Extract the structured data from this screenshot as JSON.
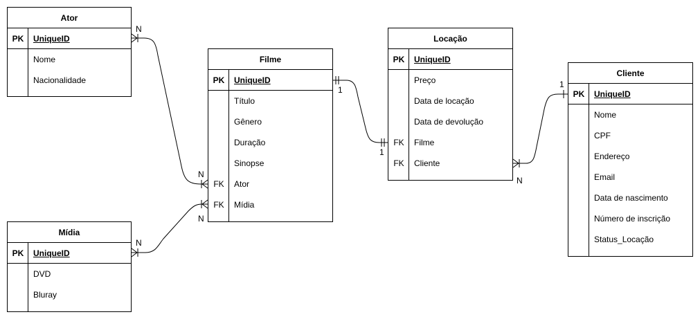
{
  "entities": {
    "ator": {
      "title": "Ator",
      "pk": {
        "key": "PK",
        "field": "UniqueID"
      },
      "fields": [
        {
          "key": "",
          "name": "Nome"
        },
        {
          "key": "",
          "name": "Nacionalidade"
        }
      ]
    },
    "filme": {
      "title": "Filme",
      "pk": {
        "key": "PK",
        "field": "UniqueID"
      },
      "fields": [
        {
          "key": "",
          "name": "Título"
        },
        {
          "key": "",
          "name": "Gênero"
        },
        {
          "key": "",
          "name": "Duração"
        },
        {
          "key": "",
          "name": "Sinopse"
        },
        {
          "key": "FK",
          "name": "Ator"
        },
        {
          "key": "FK",
          "name": "Mídia"
        }
      ]
    },
    "locacao": {
      "title": "Locação",
      "pk": {
        "key": "PK",
        "field": "UniqueID"
      },
      "fields": [
        {
          "key": "",
          "name": "Preço"
        },
        {
          "key": "",
          "name": "Data de locação"
        },
        {
          "key": "",
          "name": "Data de devolução"
        },
        {
          "key": "FK",
          "name": "Filme"
        },
        {
          "key": "FK",
          "name": "Cliente"
        }
      ]
    },
    "cliente": {
      "title": "Cliente",
      "pk": {
        "key": "PK",
        "field": "UniqueID"
      },
      "fields": [
        {
          "key": "",
          "name": "Nome"
        },
        {
          "key": "",
          "name": "CPF"
        },
        {
          "key": "",
          "name": "Endereço"
        },
        {
          "key": "",
          "name": "Email"
        },
        {
          "key": "",
          "name": "Data de nascimento"
        },
        {
          "key": "",
          "name": "Número de inscrição"
        },
        {
          "key": "",
          "name": "Status_Locação"
        }
      ]
    },
    "midia": {
      "title": "Mídia",
      "pk": {
        "key": "PK",
        "field": "UniqueID"
      },
      "fields": [
        {
          "key": "",
          "name": "DVD"
        },
        {
          "key": "",
          "name": "Bluray"
        }
      ]
    }
  },
  "cardinalities": {
    "ator_side": "N",
    "filme_ator_side": "N",
    "filme_midia_side": "N",
    "midia_side": "N",
    "filme_pk_side": "1",
    "locacao_filme_side": "1",
    "cliente_side": "1",
    "locacao_cliente_side": "N"
  }
}
